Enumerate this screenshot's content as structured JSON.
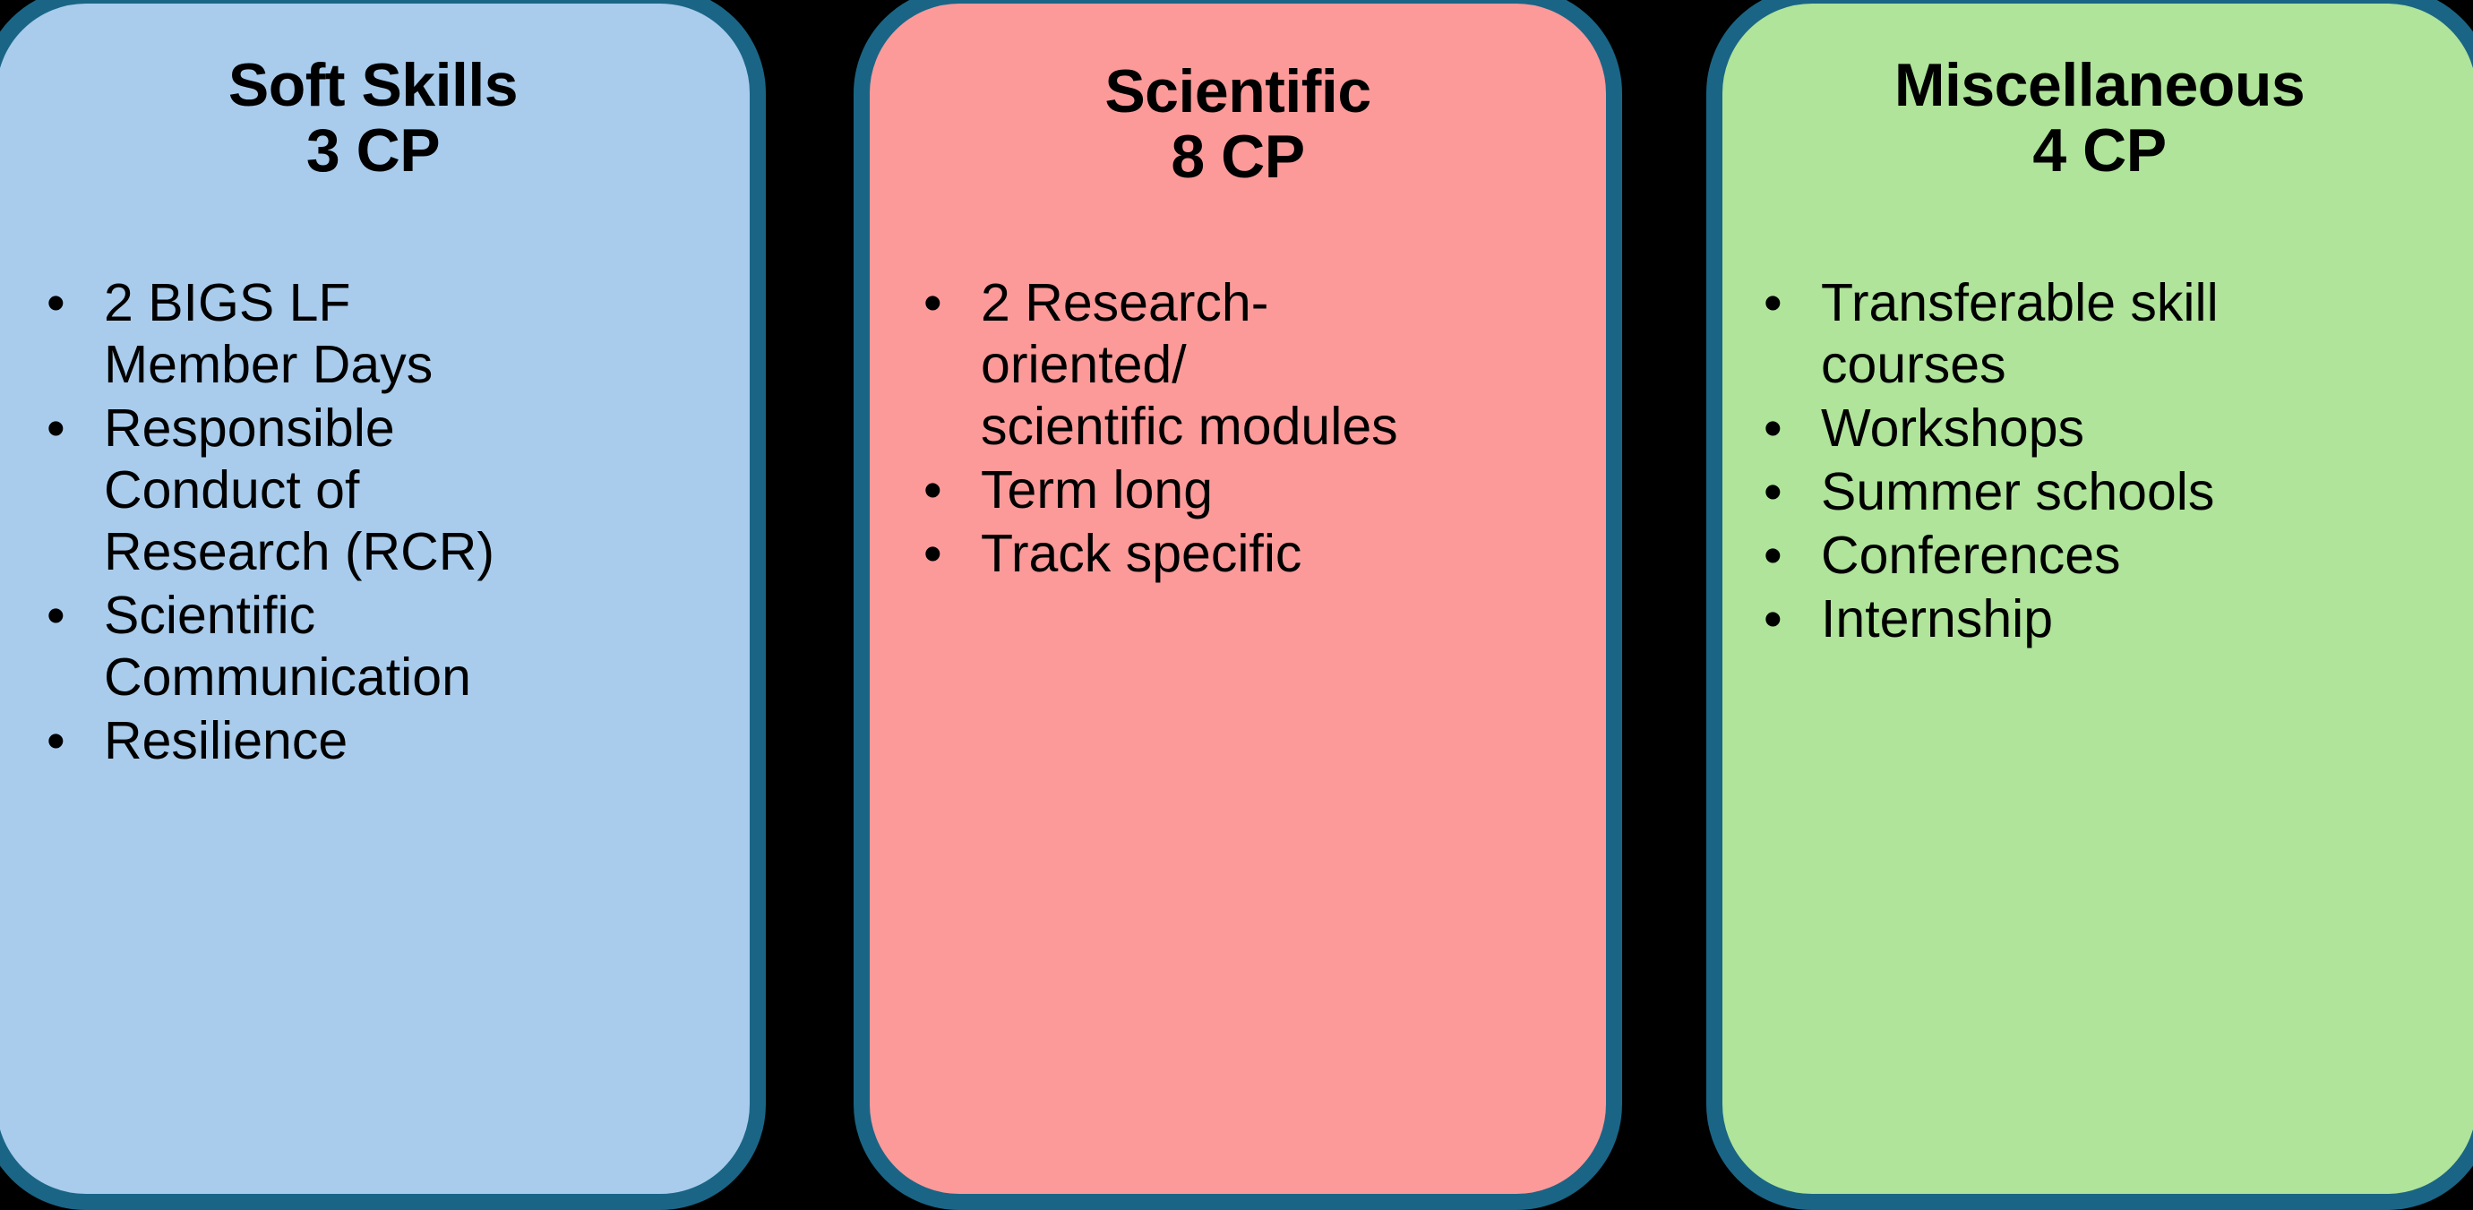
{
  "background_color": "#000000",
  "border_color": "#1A6585",
  "cards": [
    {
      "id": "soft-skills",
      "title": "Soft Skills\n3 CP",
      "title_name": "Soft Skills",
      "credit_points": "3 CP",
      "fill_color": "#A9CCEC",
      "bullet_glyph": "•",
      "bullets": [
        "2 BIGS LF\nMember Days",
        "Responsible\nConduct of\nResearch (RCR)",
        "Scientific\nCommunication",
        "Resilience"
      ]
    },
    {
      "id": "scientific",
      "title": "Scientific\n8 CP",
      "title_name": "Scientific",
      "credit_points": "8 CP",
      "fill_color": "#FC9A9A",
      "bullet_glyph": "•",
      "bullets": [
        "2 Research-\noriented/\nscientific modules",
        "Term long",
        "Track specific"
      ]
    },
    {
      "id": "miscellaneous",
      "title": "Miscellaneous\n4 CP",
      "title_name": "Miscellaneous",
      "credit_points": "4 CP",
      "fill_color": "#AFE49A",
      "bullet_glyph": "•",
      "bullets": [
        "Transferable skill\ncourses",
        "Workshops",
        "Summer schools",
        "Conferences",
        "Internship"
      ]
    }
  ]
}
